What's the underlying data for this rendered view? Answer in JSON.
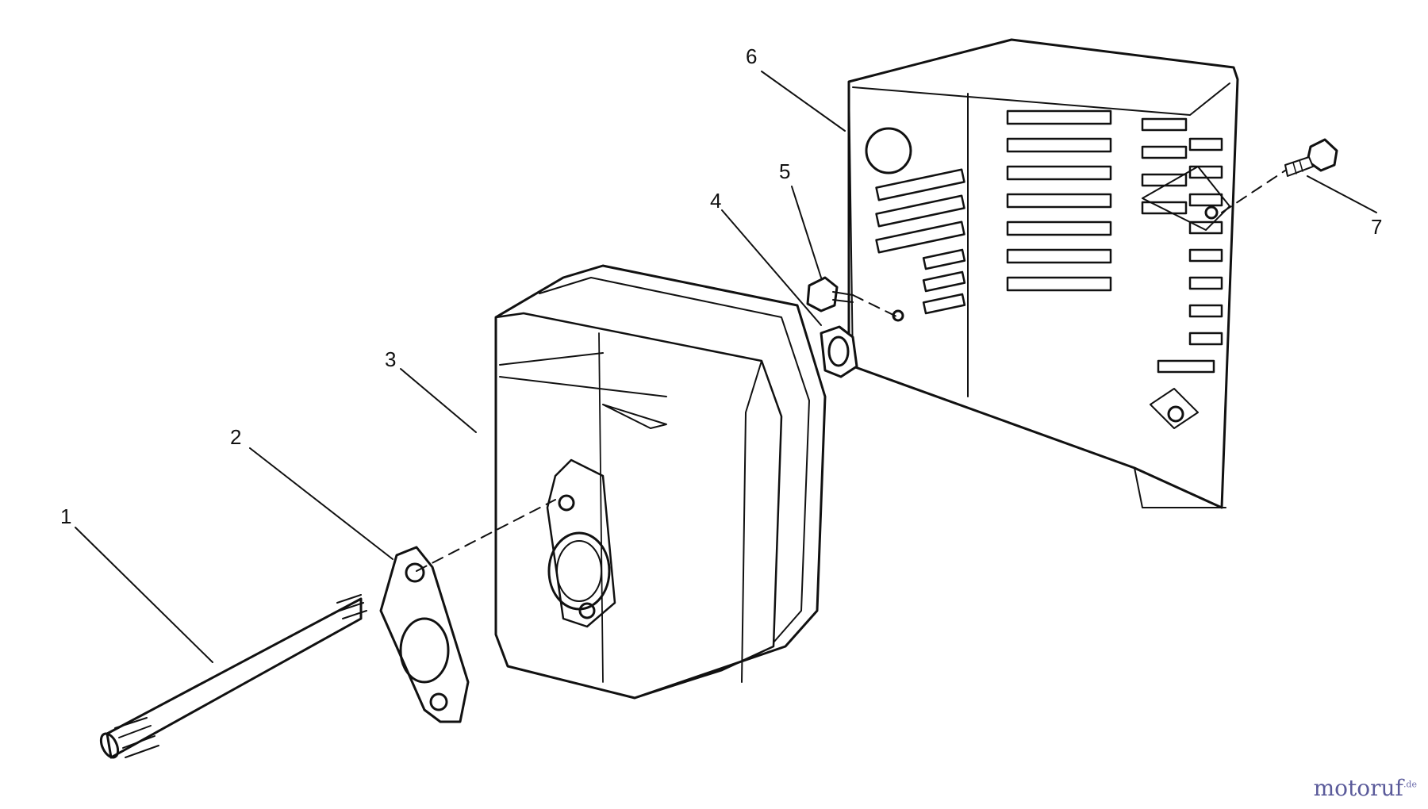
{
  "callouts": [
    {
      "id": "1",
      "label": "1"
    },
    {
      "id": "2",
      "label": "2"
    },
    {
      "id": "3",
      "label": "3"
    },
    {
      "id": "4",
      "label": "4"
    },
    {
      "id": "5",
      "label": "5"
    },
    {
      "id": "6",
      "label": "6"
    },
    {
      "id": "7",
      "label": "7"
    }
  ],
  "watermark": {
    "text": "motoruf",
    "suffix": ".de"
  }
}
